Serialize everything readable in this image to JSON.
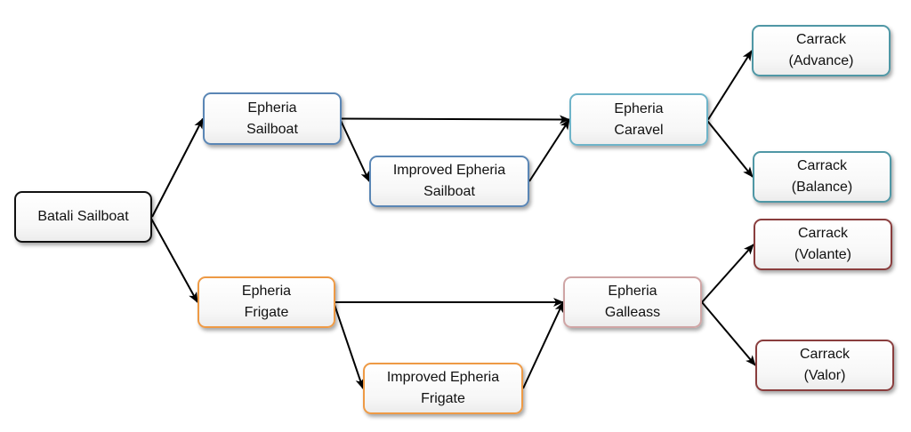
{
  "colors": {
    "root": "#111111",
    "sailboat": "#5a86b5",
    "caravel": "#6eb4c9",
    "carrack_blue": "#4f97a5",
    "frigate": "#ee9a45",
    "galleass": "#cfa5a5",
    "carrack_red": "#8a3e3e",
    "arrow": "#000000"
  },
  "nodes": {
    "batali_sailboat": {
      "label": "Batali Sailboat"
    },
    "epheria_sailboat": {
      "label": "Epheria\nSailboat"
    },
    "improved_epheria_sailboat": {
      "label": "Improved Epheria\nSailboat"
    },
    "epheria_caravel": {
      "label": "Epheria\nCaravel"
    },
    "carrack_advance": {
      "label": "Carrack\n(Advance)"
    },
    "carrack_balance": {
      "label": "Carrack\n(Balance)"
    },
    "epheria_frigate": {
      "label": "Epheria\nFrigate"
    },
    "improved_epheria_frigate": {
      "label": "Improved Epheria\nFrigate"
    },
    "epheria_galleass": {
      "label": "Epheria\nGalleass"
    },
    "carrack_volante": {
      "label": "Carrack\n(Volante)"
    },
    "carrack_valor": {
      "label": "Carrack\n(Valor)"
    }
  },
  "edges": [
    [
      "batali_sailboat",
      "epheria_sailboat"
    ],
    [
      "batali_sailboat",
      "epheria_frigate"
    ],
    [
      "epheria_sailboat",
      "epheria_caravel"
    ],
    [
      "epheria_sailboat",
      "improved_epheria_sailboat"
    ],
    [
      "improved_epheria_sailboat",
      "epheria_caravel"
    ],
    [
      "epheria_caravel",
      "carrack_advance"
    ],
    [
      "epheria_caravel",
      "carrack_balance"
    ],
    [
      "epheria_frigate",
      "epheria_galleass"
    ],
    [
      "epheria_frigate",
      "improved_epheria_frigate"
    ],
    [
      "improved_epheria_frigate",
      "epheria_galleass"
    ],
    [
      "epheria_galleass",
      "carrack_volante"
    ],
    [
      "epheria_galleass",
      "carrack_valor"
    ]
  ]
}
